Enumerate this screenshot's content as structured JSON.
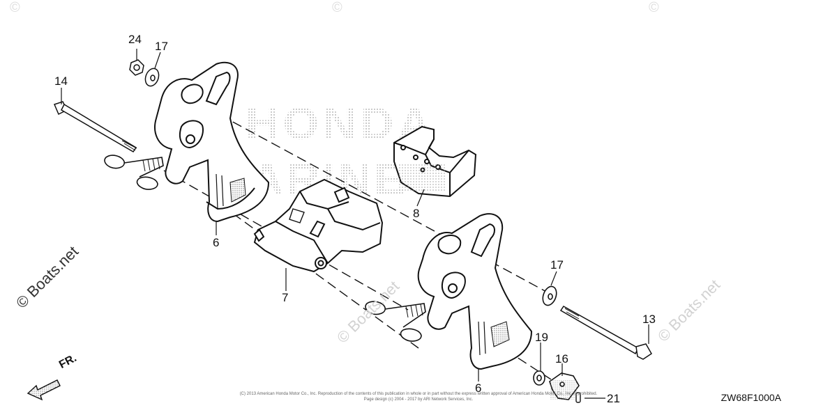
{
  "diagram": {
    "diagram_code": "ZW68F1000A",
    "direction_label": "FR.",
    "watermark": {
      "logo_line1": "HONDA",
      "logo_line2": "MARINE",
      "site_text": "© Boats.net",
      "corner_mark": "©"
    },
    "copyright_line1": "(C) 2013 American Honda Motor Co., Inc. Reproduction of the contents of this publication in whole or in part without the express written approval of American Honda Motor Co., Inc. is prohibited.",
    "copyright_line2": "Page design (c) 2004 - 2017 by ARI Network Services, Inc.",
    "callouts": [
      {
        "id": "c24",
        "text": "24"
      },
      {
        "id": "c17a",
        "text": "17"
      },
      {
        "id": "c14",
        "text": "14"
      },
      {
        "id": "c6a",
        "text": "6"
      },
      {
        "id": "c8",
        "text": "8"
      },
      {
        "id": "c7",
        "text": "7"
      },
      {
        "id": "c17b",
        "text": "17"
      },
      {
        "id": "c13",
        "text": "13"
      },
      {
        "id": "c19",
        "text": "19"
      },
      {
        "id": "c16",
        "text": "16"
      },
      {
        "id": "c6b",
        "text": "6"
      },
      {
        "id": "c21",
        "text": "21"
      }
    ]
  }
}
